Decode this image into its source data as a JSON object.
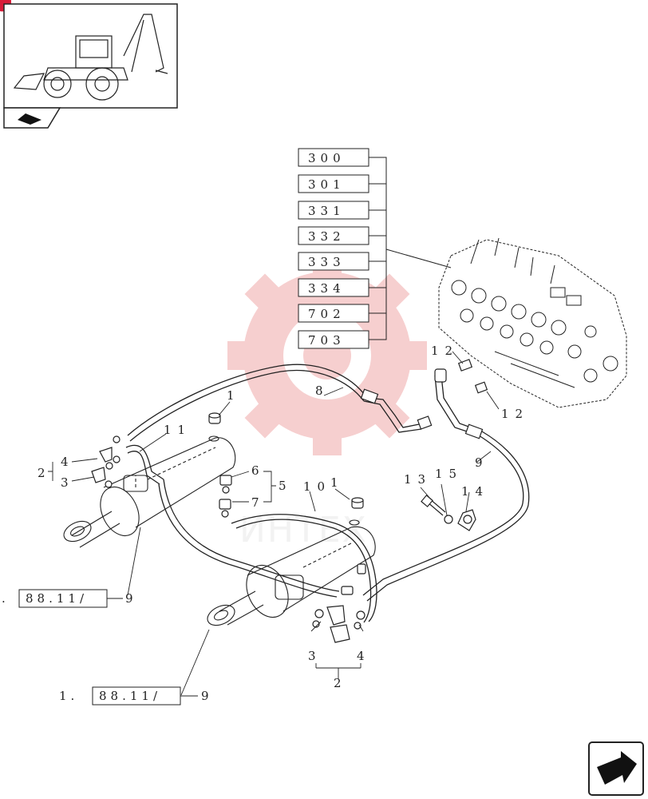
{
  "colors": {
    "watermark": "#f0a8a8",
    "line": "#222222",
    "corner_badge": "#d81e3a"
  },
  "thumbnail": {
    "icon": "backhoe-loader-thumbnail"
  },
  "nav": {
    "prev_icon": "page-back-icon",
    "next_icon": "next-page-icon"
  },
  "watermark": {
    "text": "ИНТЕХ"
  },
  "ref_boxes": [
    "300",
    "301",
    "331",
    "332",
    "333",
    "334",
    "702",
    "703"
  ],
  "callouts": {
    "c1a": "1",
    "c1b": "1",
    "c2a": "2",
    "c2b": "2",
    "c3a": "3",
    "c3b": "3",
    "c4a": "4",
    "c4b": "4",
    "c5": "5",
    "c6": "6",
    "c7": "7",
    "c8": "8",
    "c9a": "9",
    "c9b": "9",
    "c9c": "9",
    "c10": "10",
    "c11": "11",
    "c12a": "12",
    "c12b": "12",
    "c13": "13",
    "c14": "14",
    "c15": "15"
  },
  "cross_refs": {
    "ref_a": "88.11/",
    "ref_a_prefix": ".",
    "ref_b": "88.11/",
    "ref_b_prefix": "1."
  }
}
